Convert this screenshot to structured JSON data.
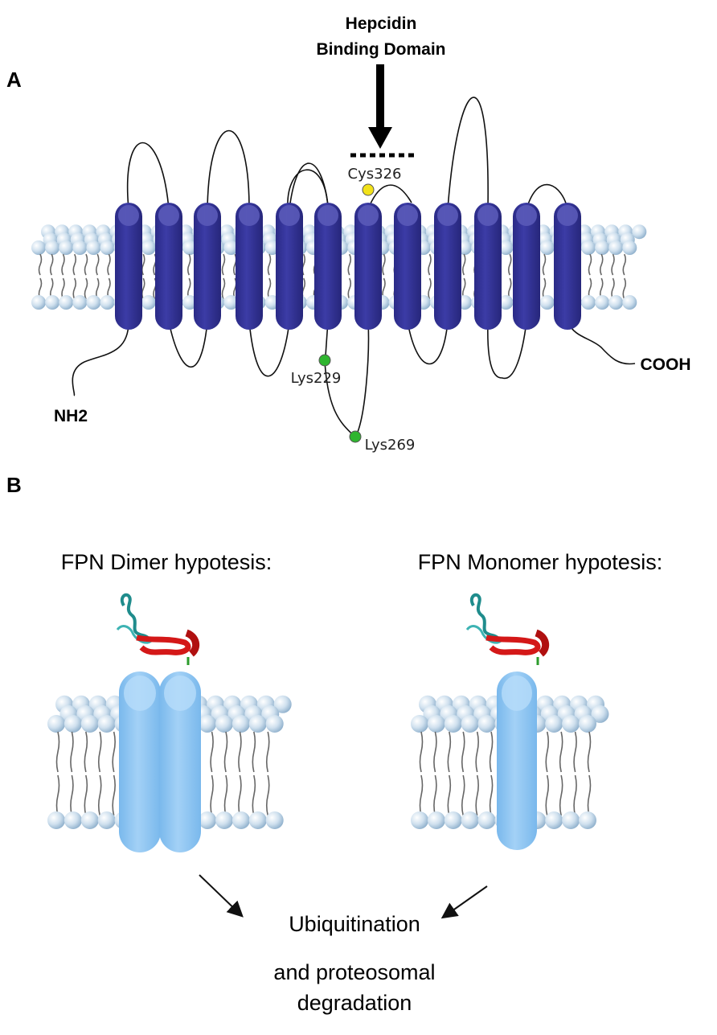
{
  "panel_a": {
    "letter": "A",
    "domain_label_line1": "Hepcidin",
    "domain_label_line2": "Binding Domain",
    "n_term": "NH2",
    "c_term": "COOH",
    "residues": {
      "cys326": "Cys326",
      "lys229": "Lys229",
      "lys269": "Lys269"
    },
    "colors": {
      "helix": "#2f2f91",
      "helix_highlight": "#5a5ab8",
      "cys_marker": "#f2e21a",
      "lys_marker": "#2fb52f",
      "lipid_head": "#bcd6ea"
    }
  },
  "panel_b": {
    "letter": "B",
    "dimer_title": "FPN Dimer hypotesis:",
    "monomer_title": "FPN Monomer hypotesis:",
    "outcome_line1": "Ubiquitination",
    "outcome_line2": "and proteosomal",
    "outcome_line3": "degradation",
    "colors": {
      "fpn_cylinder": "#8cc6f2",
      "hepcidin_red": "#d41818",
      "hepcidin_teal": "#1f8c8c"
    }
  }
}
